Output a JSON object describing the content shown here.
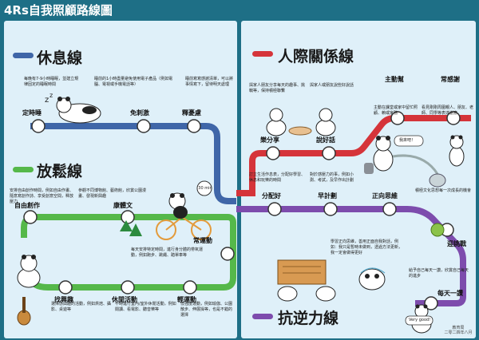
{
  "title": "4Rs自我照顧路線圖",
  "colors": {
    "rest": "#3f66a8",
    "relax": "#55b84a",
    "relationship": "#d5343a",
    "resilience": "#7d4cad",
    "frame": "#1e6f86",
    "panel": "#dff0f9"
  },
  "rest": {
    "heading": "休息線",
    "notes": [
      "每晚有7-9小時睡眠，並建立規律固定的睡眠時間",
      "睡前的1小時盡量避免使用電子產品（例如電腦、電視或手機電話等）",
      "睡前寫寫感謝清單，可以將事情寫下，留待明天處理"
    ],
    "stations": [
      "定時睡",
      "免刺激",
      "釋憂慮"
    ]
  },
  "relax": {
    "heading": "放鬆線",
    "notes": [
      "安排自由創作時間，例如自由作畫、隨意寫創作詩、享受創意空間，釋放壓力",
      "參觀不同博物館、藝術館，欣賞公園漫畫、發現新興趣",
      "每天安排特定時間，進行身分體的帶氧運動，例如跑步、跳繩、踏單車等",
      "選擇感興趣的活動，例如烘焙、攝影、桌遊等",
      "不時進行室內/室外休閒活動，例如閱讀、看電影、聽音樂等",
      "低強度運動，例如瑜伽、公園散步、伸展操等，也是不錯的選擇"
    ],
    "stations": [
      "自由創作",
      "康體文",
      "找興趣",
      "休閒活動",
      "輕運動",
      "常運動"
    ]
  },
  "relationship": {
    "heading": "人際關係線",
    "notes": [
      "與家人朋友分享每天的趣事、挑戰等，保持積極聯繫",
      "與家人或朋友說些好說話",
      "主動在課堂或家中留忙照顧、賴或家務",
      "看見剛剛周圍親人、朋友、老師、同學等表達謝意",
      "訂立生活作息表，分配好學習、休息和玩樂的時間",
      "對於感壓力的事，例如小測、考試，及早作出計劃"
    ],
    "stations": [
      "樂分享",
      "說好話",
      "主動幫",
      "常感謝"
    ],
    "speech": "我來吧！"
  },
  "resilience": {
    "heading": "抗逆力線",
    "notes": [
      "積極文化思想每一次成長的機會",
      "學習正向思維，善用正面自我對話，例如：我只是暫時未做到，透過方法更新，我一定會做得更好",
      "給予自己每天一讚，欣賞自己每天的進步"
    ],
    "stations": [
      "分配好",
      "早計劃",
      "正向思維",
      "迎挑戰",
      "每天一讚"
    ],
    "cheer": "Very good!"
  },
  "clock": "30 min",
  "signature": [
    "教育局",
    "二零二四年八月"
  ]
}
